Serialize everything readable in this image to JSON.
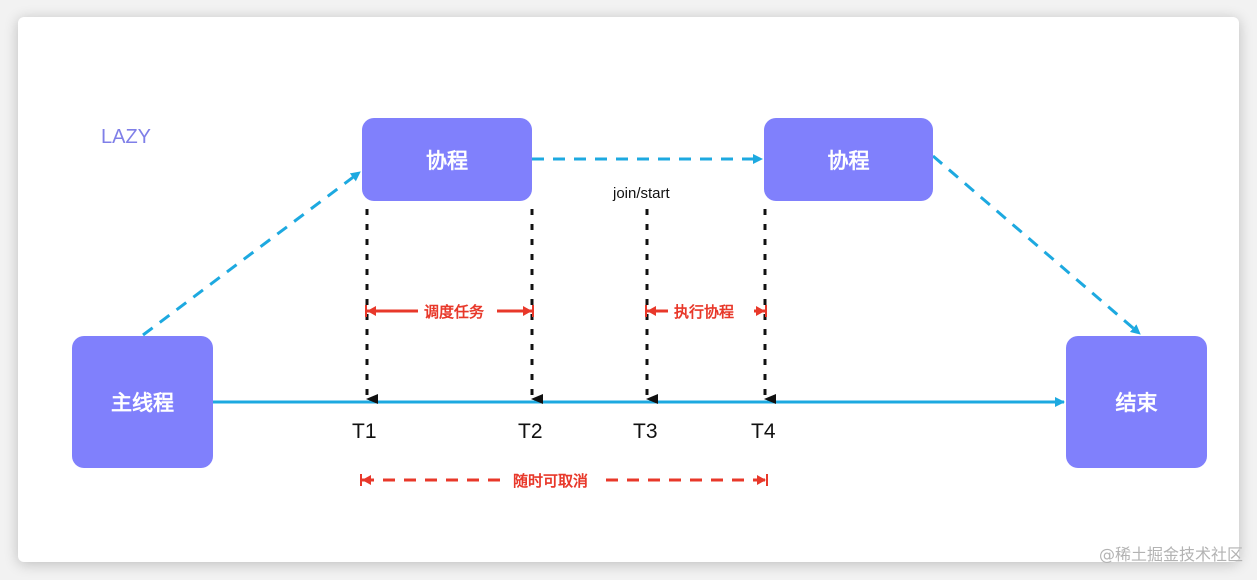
{
  "diagram": {
    "mode_label": "LAZY",
    "colors": {
      "node_fill": "#8080fc",
      "flow_line": "#1da9e0",
      "annotation": "#e8382a",
      "mode_label": "#7f7fe8"
    },
    "nodes": {
      "main_thread": "主线程",
      "coroutine_1": "协程",
      "coroutine_2": "协程",
      "end": "结束"
    },
    "edges": [
      {
        "from": "main_thread",
        "to": "coroutine_1",
        "style": "dashed"
      },
      {
        "from": "coroutine_1",
        "to": "coroutine_2",
        "style": "dashed",
        "label": "join/start"
      },
      {
        "from": "coroutine_2",
        "to": "end",
        "style": "dashed"
      },
      {
        "from": "main_thread",
        "to": "end",
        "style": "solid"
      }
    ],
    "join_label": "join/start",
    "timeline": {
      "ticks": [
        "T1",
        "T2",
        "T3",
        "T4"
      ]
    },
    "spans": {
      "schedule": {
        "label": "调度任务",
        "from": "T1",
        "to": "T2"
      },
      "execute": {
        "label": "执行协程",
        "from": "T3",
        "to": "T4"
      },
      "cancel": {
        "label": "随时可取消",
        "from": "T1",
        "to": "T4"
      }
    }
  },
  "watermark": "@稀土掘金技术社区"
}
